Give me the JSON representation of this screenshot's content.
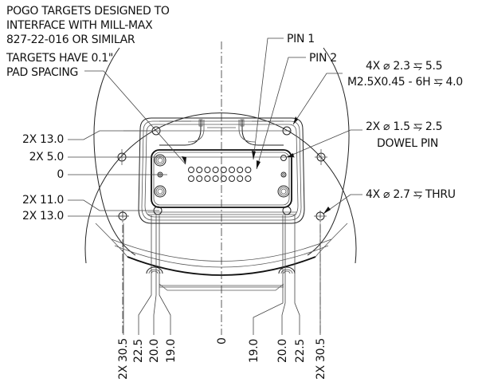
{
  "notes": {
    "pogo_targets": [
      "POGO TARGETS DESIGNED TO",
      "INTERFACE WITH MILL-MAX",
      "827-22-016 OR SIMILAR"
    ],
    "pad_spacing": [
      "TARGETS HAVE 0.1\"",
      "PAD SPACING"
    ],
    "pin1": "PIN 1",
    "pin2": "PIN 2",
    "tapped_hole": [
      "4X ⌀ 2.3 ⥧ 5.5",
      "M2.5X0.45 - 6H ⥧ 4.0"
    ],
    "dowel": [
      "2X ⌀ 1.5 ⥧ 2.5",
      "DOWEL PIN"
    ],
    "thru_hole": "4X ⌀ 2.7 ⥧ THRU"
  },
  "vertical_dims": [
    {
      "label": "2X 13.0"
    },
    {
      "label": "2X 5.0"
    },
    {
      "label": "0"
    },
    {
      "label": "2X 11.0"
    },
    {
      "label": "2X 13.0"
    }
  ],
  "horizontal_dims": [
    {
      "label": "2X 30.5"
    },
    {
      "label": "22.5"
    },
    {
      "label": "20.0"
    },
    {
      "label": "19.0"
    },
    {
      "label": "0"
    },
    {
      "label": "19.0"
    },
    {
      "label": "20.0"
    },
    {
      "label": "22.5"
    },
    {
      "label": "2X 30.5"
    }
  ],
  "pogo_pad_grid": {
    "rows": 2,
    "cols": 8
  }
}
